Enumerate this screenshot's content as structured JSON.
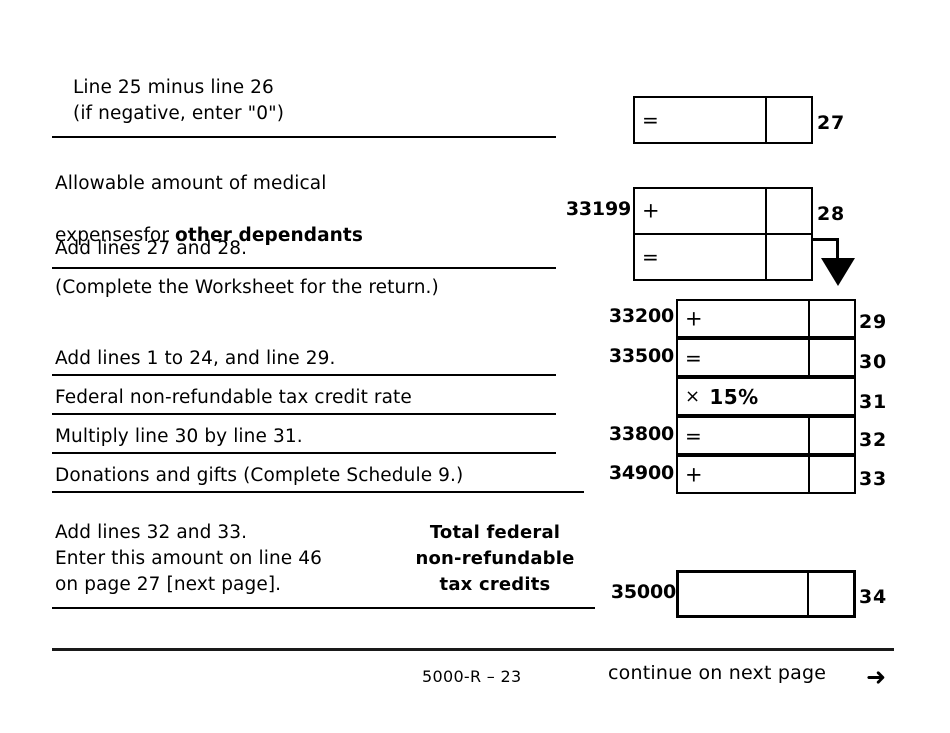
{
  "form": {
    "footer_code": "5000-R – 23",
    "continue_note": "continue on next page",
    "continue_arrow": "➜"
  },
  "labels": {
    "line27": "Line 25 minus line 26\n(if negative, enter \"0\")",
    "line28_a": "Allowable amount of medical",
    "line28_b_pre": "expensesfor ",
    "line28_b_bold": "other dependants",
    "line28_c": "(Complete the Worksheet for the return.)",
    "add_27_28": "Add lines 27 and 28.",
    "add_1_24_29": "Add lines 1 to 24, and line 29.",
    "rate": "Federal non-refundable tax credit rate",
    "multiply": "Multiply line 30 by line 31.",
    "donations": "Donations and gifts (Complete Schedule 9.)",
    "final": "Add lines 32 and 33.\nEnter this amount on line 46\non page 27 [next page].",
    "total_caption": "Total federal\nnon-refundable\ntax credits"
  },
  "rows": {
    "line27": {
      "code": "",
      "operator": "=",
      "number": "27"
    },
    "line28": {
      "code": "33199",
      "operator": "+",
      "number": "28"
    },
    "sum28": {
      "code": "",
      "operator": "=",
      "number": ""
    },
    "line29": {
      "code": "33200",
      "operator": "+",
      "number": "29"
    },
    "line30": {
      "code": "33500",
      "operator": "=",
      "number": "30"
    },
    "line31": {
      "code": "",
      "operator": "×",
      "value": "15%",
      "number": "31"
    },
    "line32": {
      "code": "33800",
      "operator": "=",
      "number": "32"
    },
    "line33": {
      "code": "34900",
      "operator": "+",
      "number": "33"
    },
    "line34": {
      "code": "35000",
      "operator": "",
      "number": "34"
    }
  },
  "colors": {
    "ink": "#000000",
    "paper": "#ffffff"
  }
}
